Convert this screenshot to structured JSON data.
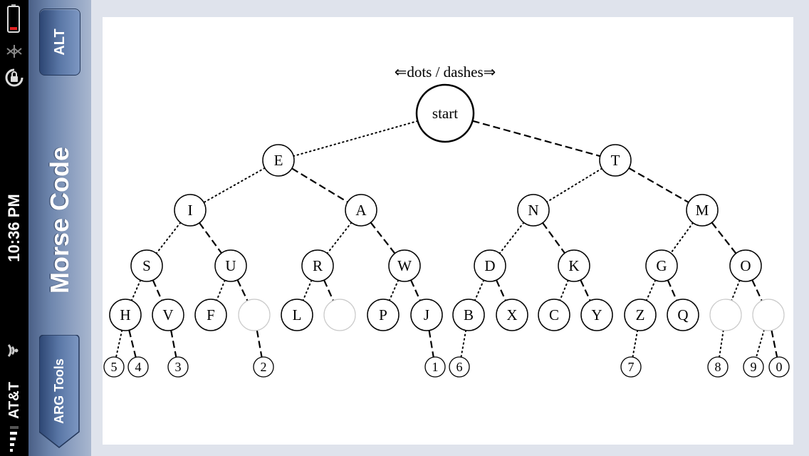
{
  "status_bar": {
    "time": "10:36 PM",
    "carrier": "AT&T",
    "icons": [
      "battery-icon",
      "bluetooth-icon",
      "rotation-lock-icon",
      "wifi-icon",
      "signal-icon"
    ]
  },
  "nav": {
    "title": "Morse Code",
    "alt_button": "ALT",
    "back_button": "ARG Tools"
  },
  "diagram": {
    "heading": "⇐dots / dashes⇒",
    "root_label": "start",
    "edge_dot": "dotted",
    "edge_dash": "dashed",
    "tree": {
      "E": {
        "I": {
          "S": {
            "H": [
              "5",
              "4"
            ],
            "V": [
              "",
              "3"
            ]
          },
          "U": {
            "F": [
              "",
              ""
            ],
            "": [
              "",
              "2"
            ]
          }
        },
        "A": {
          "R": {
            "L": [
              "",
              ""
            ],
            "": [
              "",
              ""
            ]
          },
          "W": {
            "P": [
              "",
              ""
            ],
            "J": [
              "",
              "1"
            ]
          }
        }
      },
      "T": {
        "N": {
          "D": {
            "B": [
              "6",
              ""
            ],
            "X": [
              "",
              ""
            ]
          },
          "K": {
            "C": [
              "",
              ""
            ],
            "Y": [
              "",
              ""
            ]
          }
        },
        "M": {
          "G": {
            "Z": [
              "7",
              ""
            ],
            "Q": [
              "",
              ""
            ]
          },
          "O": {
            "": [
              "8",
              ""
            ],
            " ": [
              "9",
              "0"
            ]
          }
        }
      }
    },
    "levels": {
      "level1": [
        "E",
        "T"
      ],
      "level2": [
        "I",
        "A",
        "N",
        "M"
      ],
      "level3": [
        "S",
        "U",
        "R",
        "W",
        "D",
        "K",
        "G",
        "O"
      ],
      "level4": [
        "H",
        "V",
        "F",
        "",
        "L",
        "",
        "P",
        "J",
        "B",
        "X",
        "C",
        "Y",
        "Z",
        "Q",
        "",
        ""
      ],
      "level5": [
        "5",
        "4",
        "",
        "3",
        "",
        "",
        "",
        "2",
        "",
        "",
        "",
        "",
        "",
        "",
        "",
        "1",
        "6",
        "",
        "",
        "",
        "",
        "",
        "",
        "",
        "7",
        "",
        "",
        "",
        "8",
        "",
        "9",
        "0"
      ]
    },
    "empty_node_color": "#c9c9c9"
  }
}
